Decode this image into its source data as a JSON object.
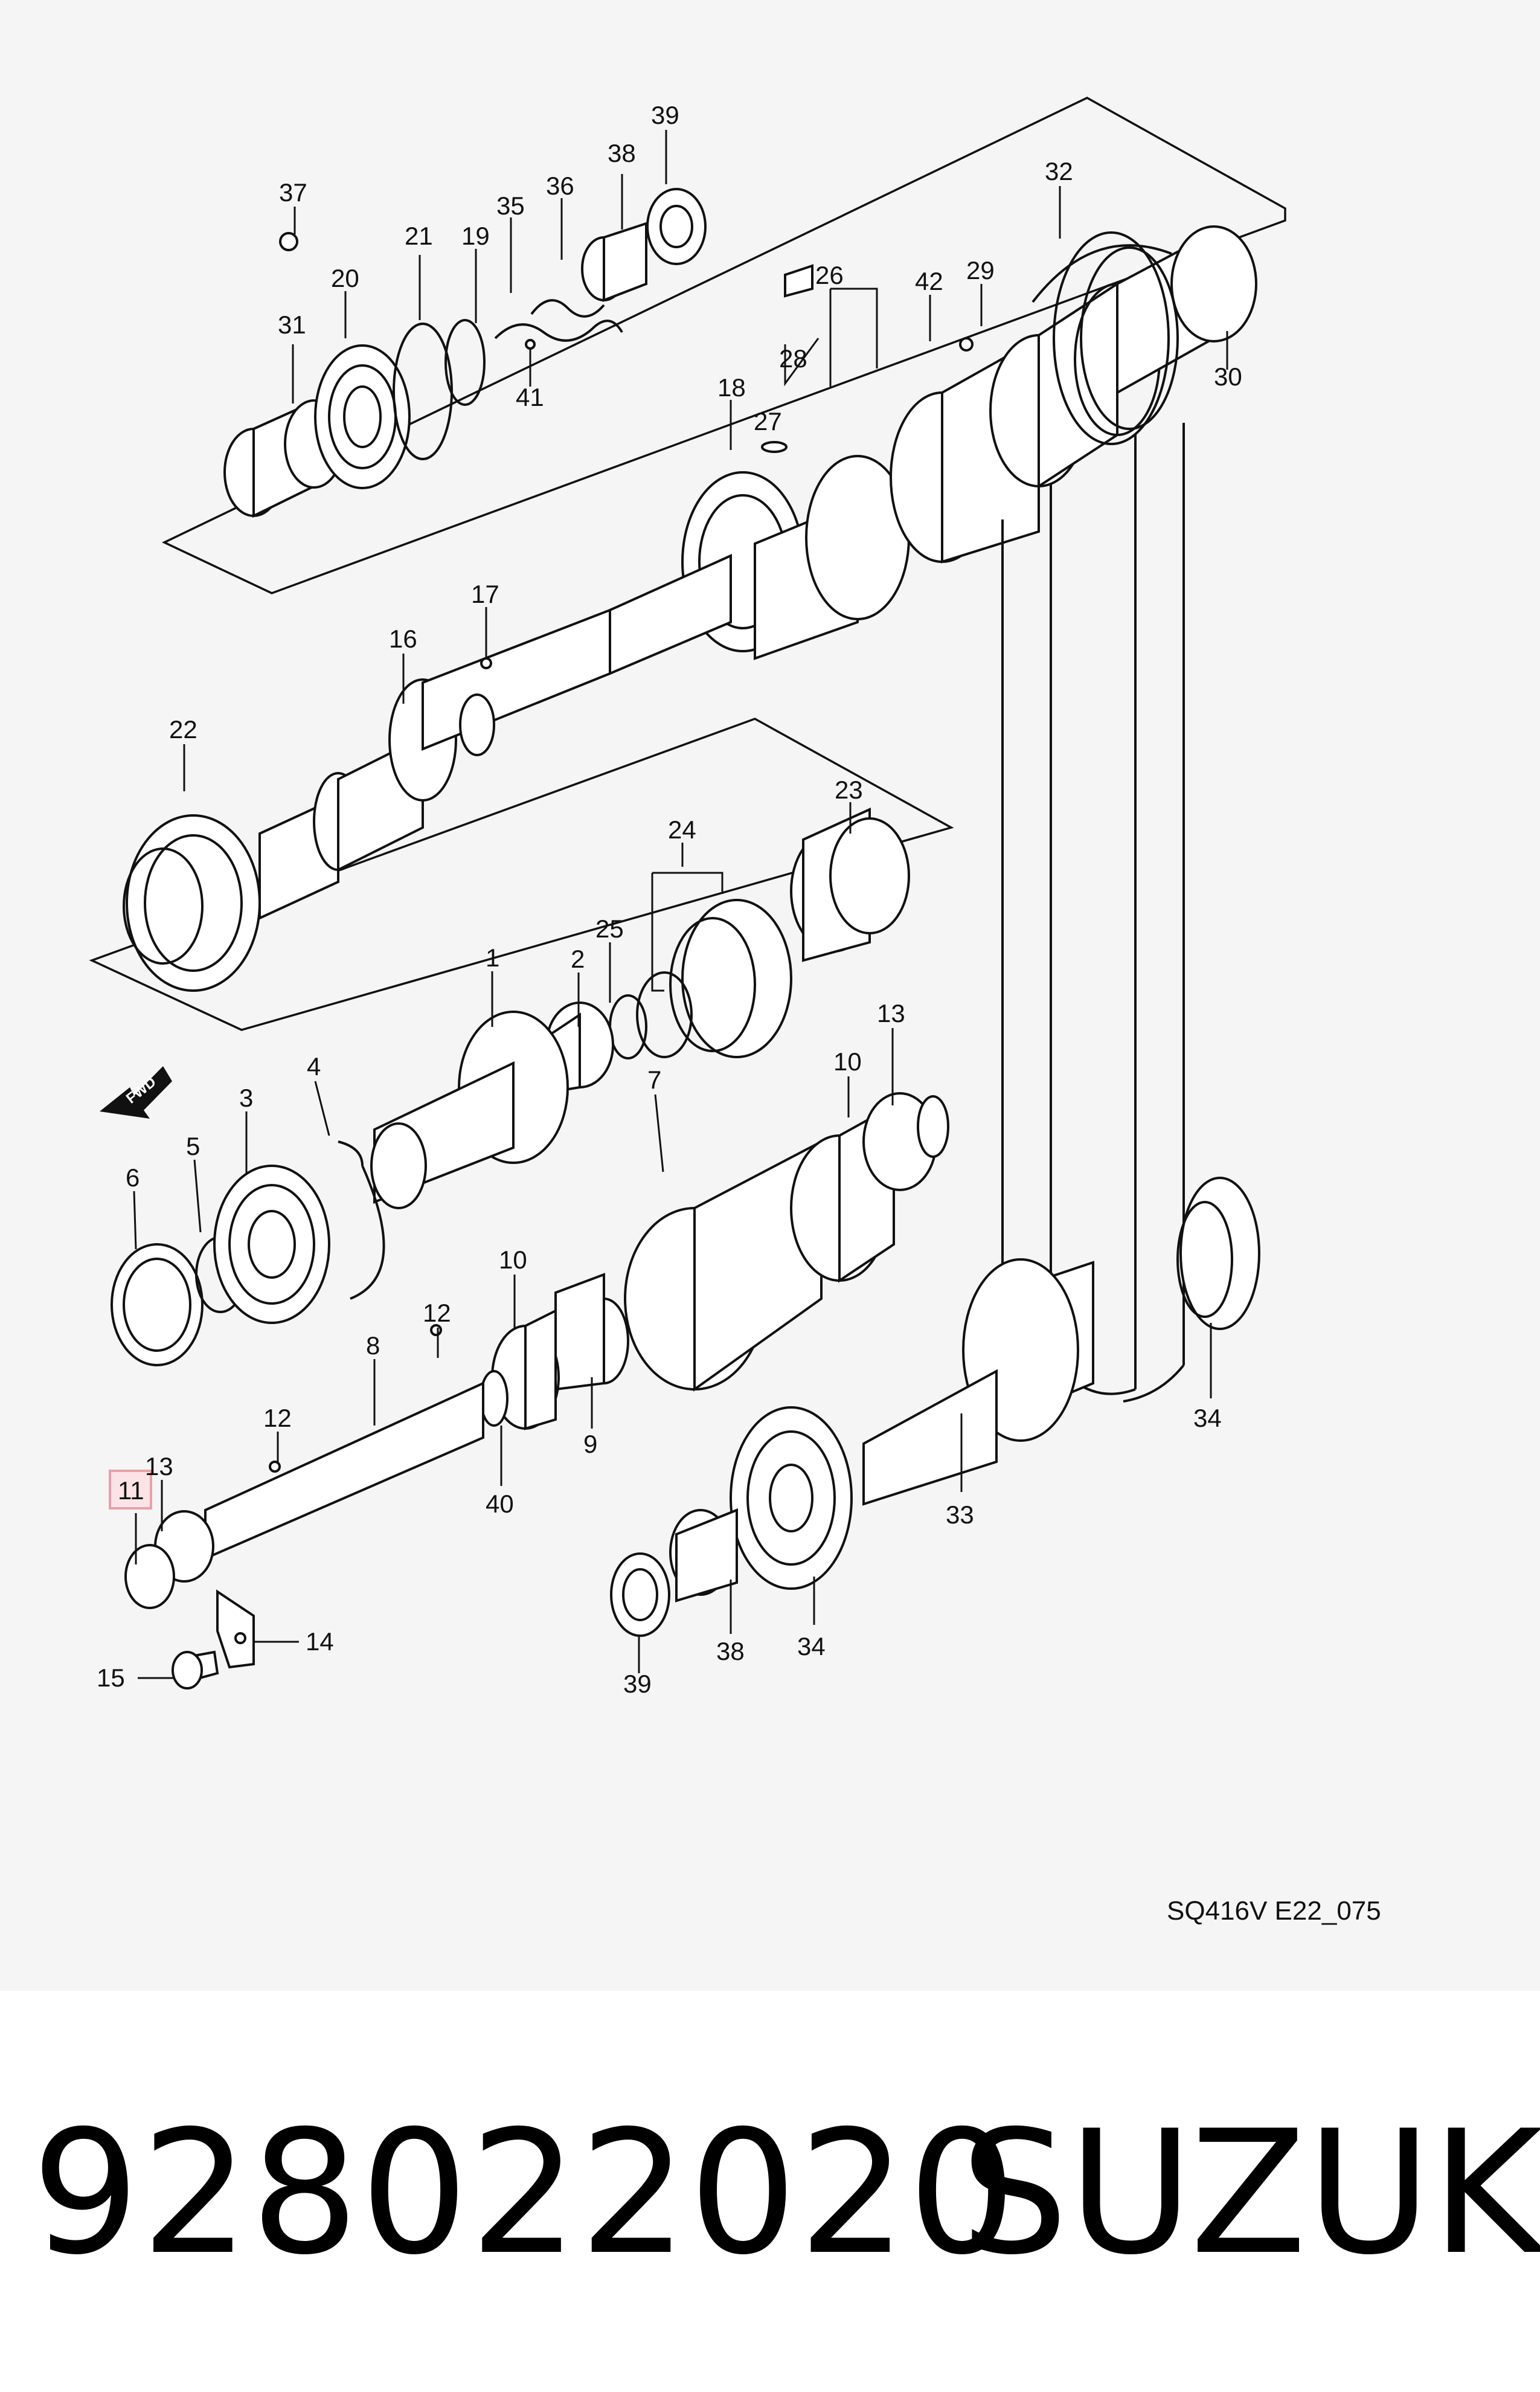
{
  "diagram": {
    "reference_code": "SQ416V E22_075",
    "fwd_label": "FWD",
    "highlighted_callout": "11",
    "callouts": {
      "c1": "1",
      "c2": "2",
      "c3": "3",
      "c4": "4",
      "c5": "5",
      "c6": "6",
      "c7": "7",
      "c8": "8",
      "c9": "9",
      "c10a": "10",
      "c10b": "10",
      "c11": "11",
      "c12a": "12",
      "c12b": "12",
      "c13a": "13",
      "c13b": "13",
      "c14": "14",
      "c15": "15",
      "c16": "16",
      "c17": "17",
      "c18": "18",
      "c19": "19",
      "c20": "20",
      "c21": "21",
      "c22": "22",
      "c23": "23",
      "c24": "24",
      "c25": "25",
      "c26": "26",
      "c27": "27",
      "c28": "28",
      "c29": "29",
      "c30": "30",
      "c31": "31",
      "c32": "32",
      "c33": "33",
      "c34a": "34",
      "c34b": "34",
      "c35": "35",
      "c36": "36",
      "c37": "37",
      "c38a": "38",
      "c38b": "38",
      "c39a": "39",
      "c39b": "39",
      "c40": "40",
      "c41": "41",
      "c42": "42"
    }
  },
  "caption": {
    "part_number": "928022020",
    "brand": "SUZUKI"
  },
  "colors": {
    "highlight_box": "#e8a0a8",
    "highlight_fill": "#fbe3e6",
    "panel_background": "#f5f5f5",
    "line": "#111111"
  }
}
